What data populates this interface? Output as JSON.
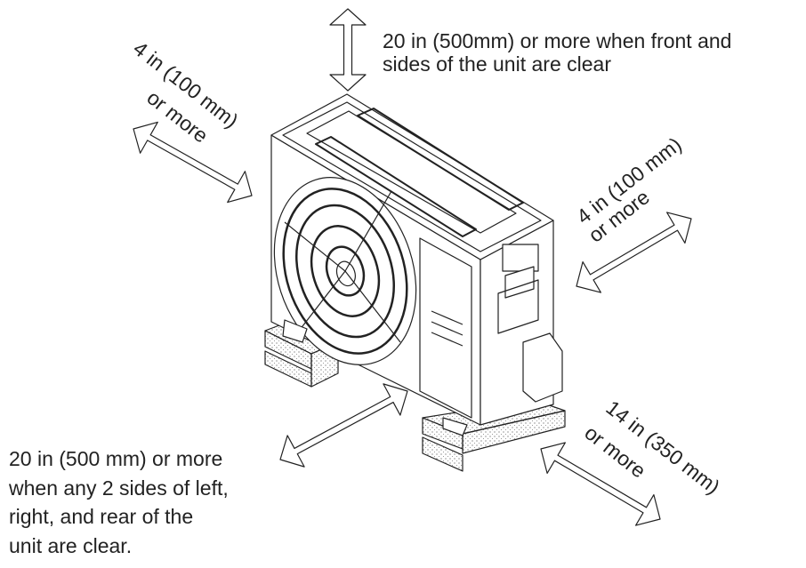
{
  "labels": {
    "top": {
      "line1": "20 in (500mm) or more when front and",
      "line2": "sides of the unit are clear"
    },
    "left_rear": {
      "line1": "4 in (100 mm)",
      "line2": "or more"
    },
    "right_side": {
      "line1": "4 in (100 mm)",
      "line2": "or more"
    },
    "front_right": {
      "line1": "14 in (350 mm)",
      "line2": "or more"
    },
    "bottom_left": {
      "line1": "20 in (500 mm) or more",
      "line2": "when any 2 sides of left,",
      "line3": "right, and rear of the",
      "line4": "unit are clear."
    }
  },
  "colors": {
    "line": "#222222",
    "background": "#ffffff"
  }
}
